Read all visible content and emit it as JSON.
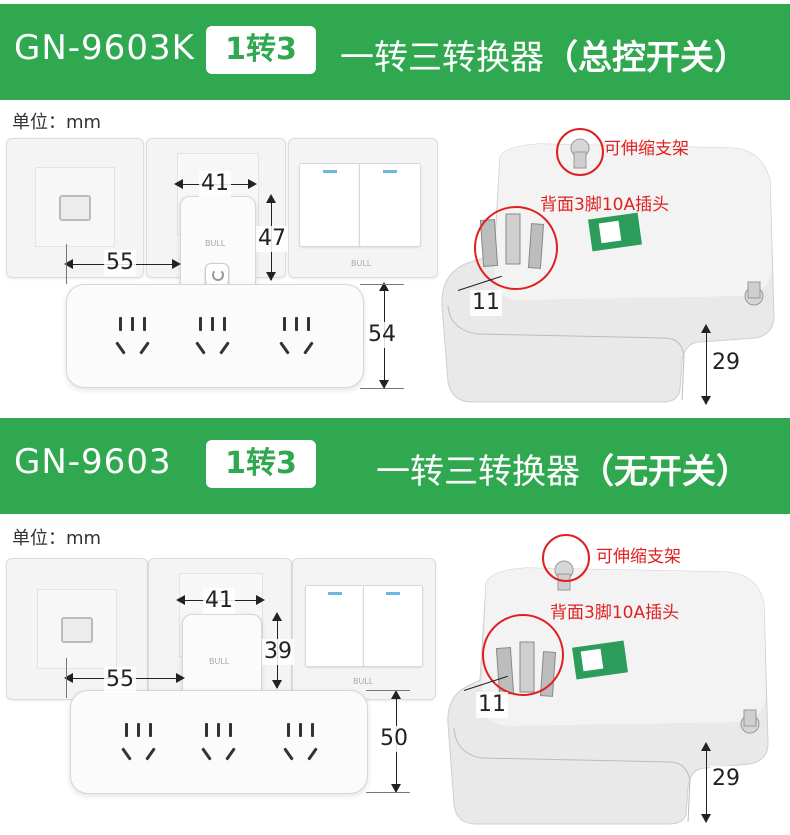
{
  "sections": [
    {
      "model": "GN-9603K",
      "badge": "1转3",
      "title_main": "一转三转换器",
      "title_paren": "（总控开关）",
      "unit": "单位：mm",
      "dims": {
        "width": "41",
        "offset": "55",
        "top_height": "47",
        "body_height": "54",
        "pin_length": "11",
        "depth": "29"
      },
      "callouts": {
        "bracket": "可伸缩支架",
        "plug": "背面3脚10A插头"
      },
      "has_switch": true
    },
    {
      "model": "GN-9603",
      "badge": "1转3",
      "title_main": "一转三转换器",
      "title_paren": "（无开关）",
      "unit": "单位：mm",
      "dims": {
        "width": "41",
        "offset": "55",
        "top_height": "39",
        "body_height": "50",
        "pin_length": "11",
        "depth": "29"
      },
      "callouts": {
        "bracket": "可伸缩支架",
        "plug": "背面3脚10A插头"
      },
      "has_switch": false
    }
  ],
  "brand_mark": "BULL",
  "colors": {
    "banner": "#2fa84f",
    "callout": "#e02020"
  }
}
